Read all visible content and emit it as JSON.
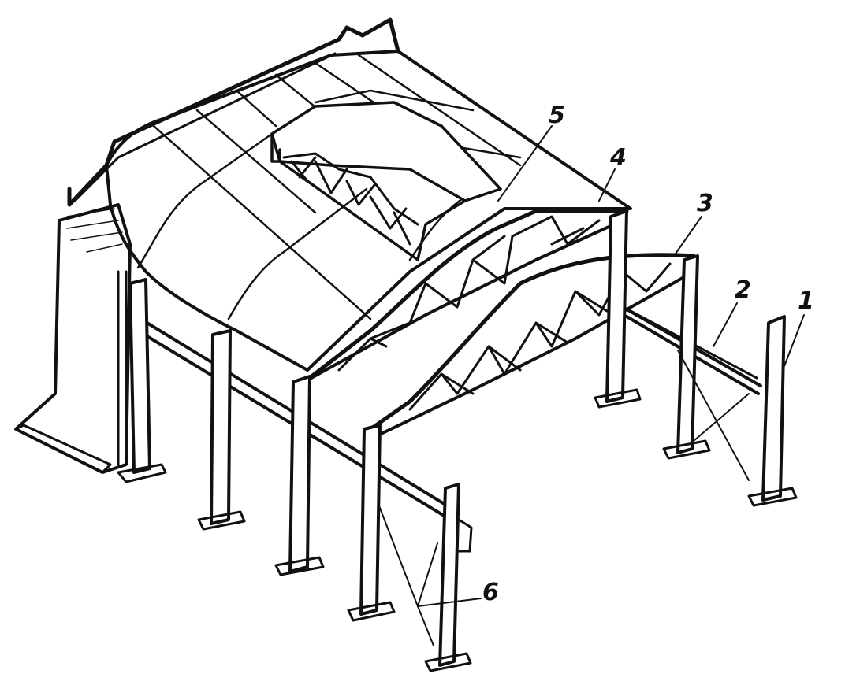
{
  "figure": {
    "callouts": [
      {
        "id": "callout-1",
        "text": "1"
      },
      {
        "id": "callout-2",
        "text": "2"
      },
      {
        "id": "callout-3",
        "text": "3"
      },
      {
        "id": "callout-4",
        "text": "4"
      },
      {
        "id": "callout-5",
        "text": "5"
      },
      {
        "id": "callout-6",
        "text": "6"
      }
    ],
    "ink_color": "#111111",
    "background": "#ffffff"
  }
}
